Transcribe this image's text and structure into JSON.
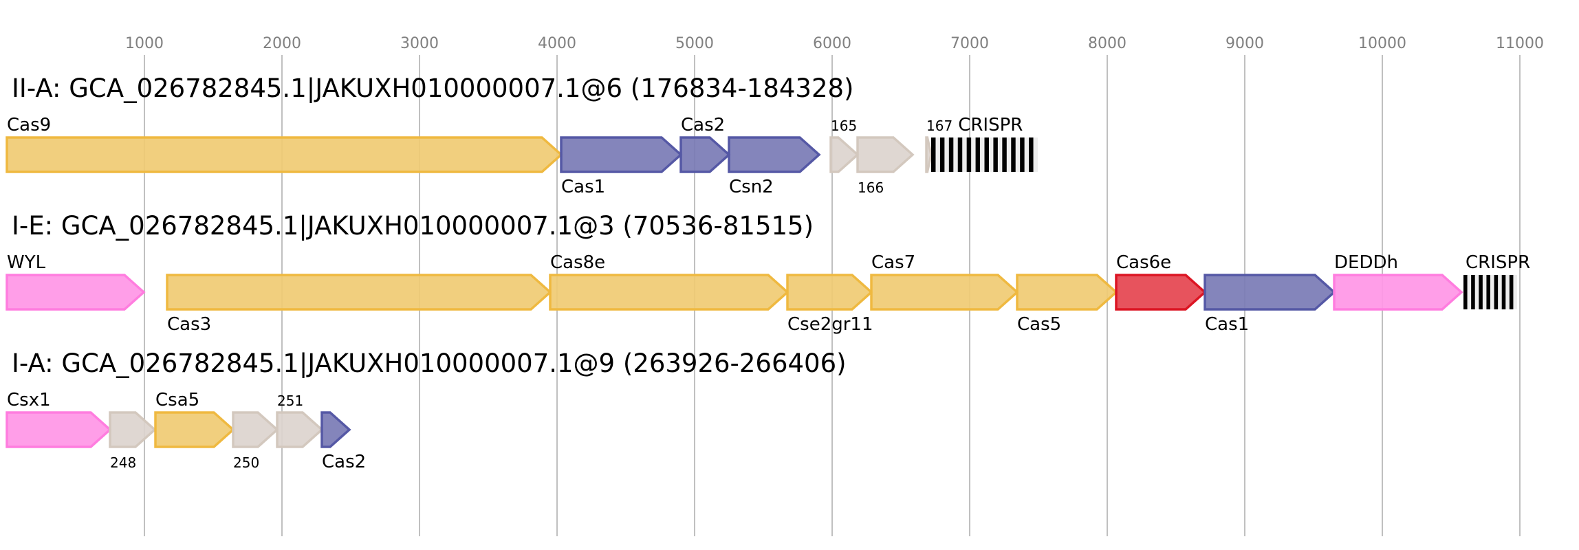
{
  "axis": {
    "ticks": [
      1000,
      2000,
      3000,
      4000,
      5000,
      6000,
      7000,
      8000,
      9000,
      10000,
      11000
    ]
  },
  "colors": {
    "yellow": {
      "fill": "#f0cb73",
      "stroke": "#efb940"
    },
    "blue": {
      "fill": "#7a7bb5",
      "stroke": "#5558a5"
    },
    "pink": {
      "fill": "#ff96e6",
      "stroke": "#ff7ddf"
    },
    "grey": {
      "fill": "#dcd4ce",
      "stroke": "#d3c8be"
    },
    "red": {
      "fill": "#e5444f",
      "stroke": "#dc1523"
    },
    "crispr_bar": "#000000",
    "crispr_gap": "#eeeeee",
    "grid": "#c0c0c0"
  },
  "rows": [
    {
      "title": "II-A: GCA_026782845.1|JAKUXH010000007.1@6 (176834-184328)",
      "genes": [
        {
          "label": "Cas9",
          "start": 0,
          "end": 4030,
          "color": "yellow",
          "label_pos": "above"
        },
        {
          "label": "Cas1",
          "start": 4030,
          "end": 4900,
          "color": "blue",
          "label_pos": "below"
        },
        {
          "label": "Cas2",
          "start": 4900,
          "end": 5250,
          "color": "blue",
          "label_pos": "above"
        },
        {
          "label": "Csn2",
          "start": 5250,
          "end": 5905,
          "color": "blue",
          "label_pos": "below"
        },
        {
          "label": "165",
          "start": 5990,
          "end": 6185,
          "color": "grey",
          "label_pos": "above",
          "small": true
        },
        {
          "label": "166",
          "start": 6185,
          "end": 6585,
          "color": "grey",
          "label_pos": "below",
          "small": true
        },
        {
          "label": "167",
          "start": 6685,
          "end": 6720,
          "color": "grey",
          "label_pos": "above",
          "small": true
        }
      ],
      "crispr": {
        "label": "CRISPR",
        "start": 6720,
        "end": 7495,
        "repeats": 12
      }
    },
    {
      "title": "I-E: GCA_026782845.1|JAKUXH010000007.1@3 (70536-81515)",
      "genes": [
        {
          "label": "WYL",
          "start": 0,
          "end": 995,
          "color": "pink",
          "label_pos": "above"
        },
        {
          "label": "Cas3",
          "start": 1165,
          "end": 3950,
          "color": "yellow",
          "label_pos": "below"
        },
        {
          "label": "Cas8e",
          "start": 3950,
          "end": 5675,
          "color": "yellow",
          "label_pos": "above"
        },
        {
          "label": "Cse2gr11",
          "start": 5675,
          "end": 6285,
          "color": "yellow",
          "label_pos": "below"
        },
        {
          "label": "Cas7",
          "start": 6285,
          "end": 7345,
          "color": "yellow",
          "label_pos": "above"
        },
        {
          "label": "Cas5",
          "start": 7345,
          "end": 8065,
          "color": "yellow",
          "label_pos": "below"
        },
        {
          "label": "Cas6e",
          "start": 8065,
          "end": 8710,
          "color": "red",
          "label_pos": "above"
        },
        {
          "label": "Cas1",
          "start": 8710,
          "end": 9650,
          "color": "blue",
          "label_pos": "below"
        },
        {
          "label": "DEDDh",
          "start": 9650,
          "end": 10575,
          "color": "pink",
          "label_pos": "above"
        }
      ],
      "crispr": {
        "label": "CRISPR",
        "start": 10590,
        "end": 10980,
        "repeats": 7
      }
    },
    {
      "title": "I-A: GCA_026782845.1|JAKUXH010000007.1@9 (263926-266406)",
      "genes": [
        {
          "label": "Csx1",
          "start": 0,
          "end": 750,
          "color": "pink",
          "label_pos": "above"
        },
        {
          "label": "248",
          "start": 750,
          "end": 1075,
          "color": "grey",
          "label_pos": "below",
          "small": true
        },
        {
          "label": "Csa5",
          "start": 1080,
          "end": 1645,
          "color": "yellow",
          "label_pos": "above"
        },
        {
          "label": "250",
          "start": 1645,
          "end": 1965,
          "color": "grey",
          "label_pos": "below",
          "small": true
        },
        {
          "label": "251",
          "start": 1965,
          "end": 2290,
          "color": "grey",
          "label_pos": "above",
          "small": true
        },
        {
          "label": "Cas2",
          "start": 2290,
          "end": 2490,
          "color": "blue",
          "label_pos": "below"
        }
      ]
    }
  ]
}
